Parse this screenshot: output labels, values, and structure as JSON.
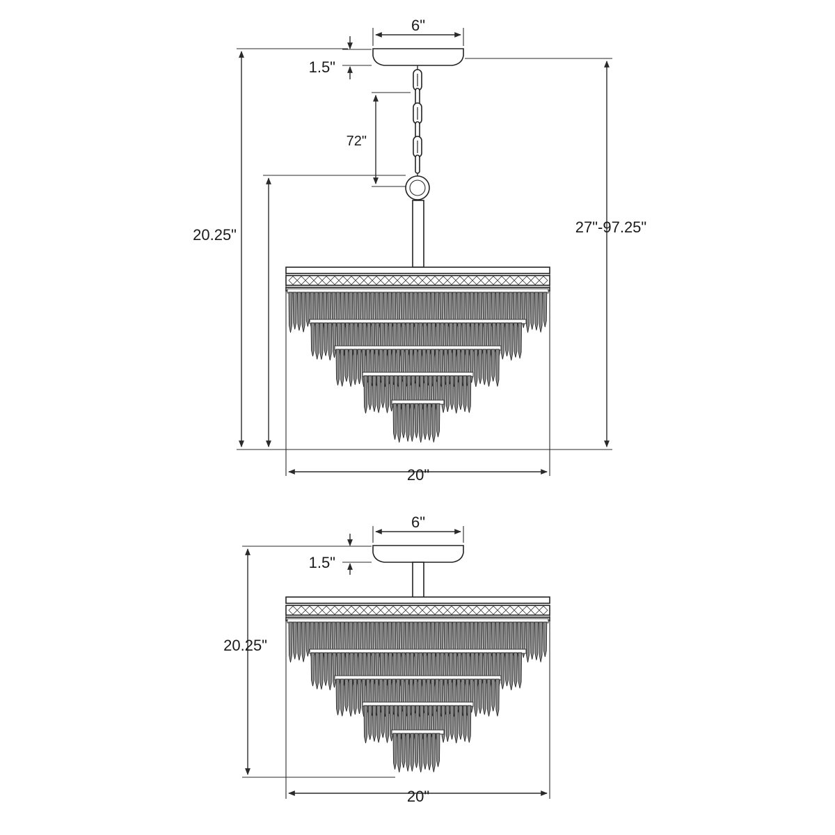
{
  "drawings": [
    {
      "mode": "pendant",
      "dims": {
        "canopy_width": "6\"",
        "canopy_height": "1.5\"",
        "chain_length": "72\"",
        "body_height": "20.25\"",
        "overall_height": "27\"-97.25\"",
        "body_width": "20\""
      }
    },
    {
      "mode": "semi-flush",
      "dims": {
        "canopy_width": "6\"",
        "canopy_height": "1.5\"",
        "body_height": "20.25\"",
        "body_width": "20\""
      }
    }
  ]
}
